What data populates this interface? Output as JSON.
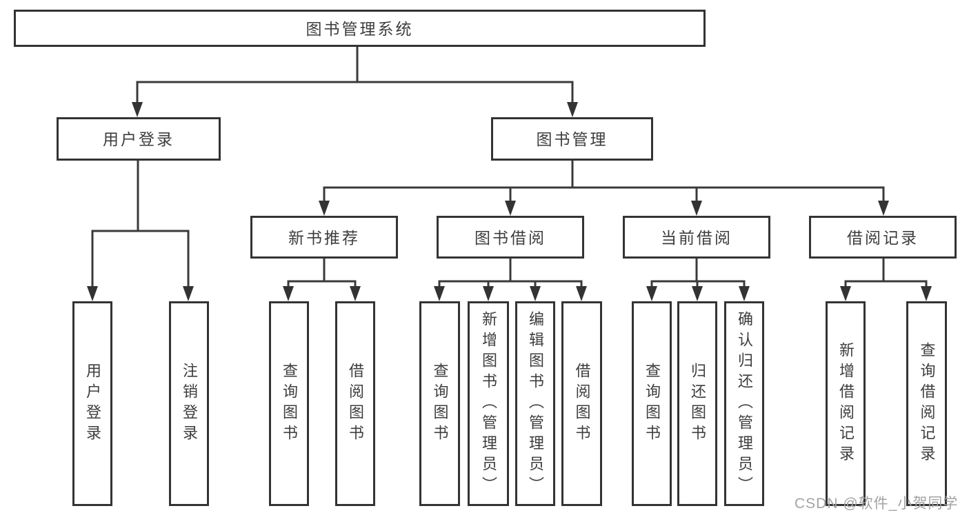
{
  "diagram": {
    "title": "图书管理系统",
    "nodes": {
      "root": "图书管理系统",
      "user_login": "用户登录",
      "book_mgmt": "图书管理",
      "new_book": "新书推荐",
      "book_borrow": "图书借阅",
      "current_borrow": "当前借阅",
      "borrow_record": "借阅记录",
      "leaf_user_login": "用户登录",
      "leaf_logout": "注销登录",
      "leaf_nb_query": "查询图书",
      "leaf_nb_borrow": "借阅图书",
      "leaf_bb_query": "查询图书",
      "leaf_bb_add": "新增图书（管理员）",
      "leaf_bb_edit": "编辑图书（管理员）",
      "leaf_bb_borrow": "借阅图书",
      "leaf_cb_query": "查询图书",
      "leaf_cb_return": "归还图书",
      "leaf_cb_confirm": "确认归还（管理员）",
      "leaf_br_add": "新增借阅记录",
      "leaf_br_query": "查询借阅记录"
    },
    "colors": {
      "line": "#3a3a3a",
      "box_border": "#333333",
      "text": "#3d3d3d",
      "background": "#ffffff",
      "watermark": "#a3a3a3"
    }
  },
  "watermark": "CSDN @软件_小贺同学"
}
